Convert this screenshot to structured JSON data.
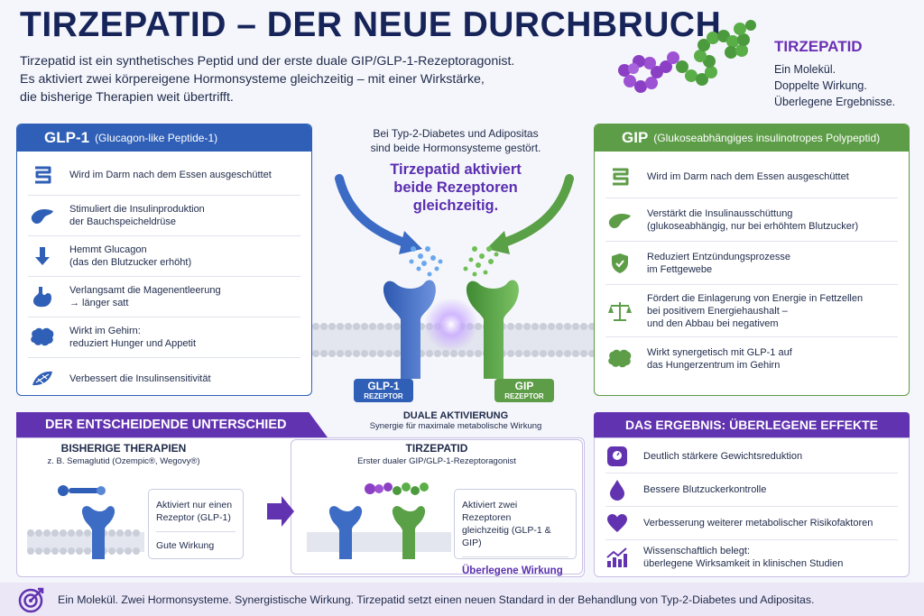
{
  "header": {
    "title": "TIRZEPATID – DER NEUE DURCHBRUCH",
    "intro_lines": [
      "Tirzepatid ist ein synthetisches Peptid und der erste duale GIP/GLP-1-Rezeptoragonist.",
      "Es aktiviert zwei körpereigene Hormonsysteme gleichzeitig – mit einer Wirkstärke,",
      "die bisherige Therapien weit übertrifft."
    ]
  },
  "molecule": {
    "title": "TIRZEPATID",
    "lines": [
      "Ein Molekül.",
      "Doppelte Wirkung.",
      "Überlegene Ergebnisse."
    ],
    "colors": {
      "purple": "#8b3fc4",
      "green": "#4c9a3e"
    }
  },
  "glp1": {
    "name": "GLP-1",
    "subtitle": "(Glucagon-like Peptide-1)",
    "color": "#2f5fb6",
    "items": [
      {
        "icon": "intestine-icon",
        "lines": [
          "Wird im Darm nach dem Essen ausgeschüttet"
        ]
      },
      {
        "icon": "pancreas-icon",
        "lines": [
          "Stimuliert die Insulinproduktion",
          "der Bauchspeicheldrüse"
        ]
      },
      {
        "icon": "arrow-down-icon",
        "lines": [
          "Hemmt Glucagon",
          "(das den Blutzucker erhöht)"
        ]
      },
      {
        "icon": "stomach-icon",
        "lines": [
          "Verlangsamt die Magenentleerung",
          "→ länger satt"
        ]
      },
      {
        "icon": "brain-icon",
        "lines": [
          "Wirkt im Gehirn:",
          "reduziert Hunger und Appetit"
        ]
      },
      {
        "icon": "muscle-icon",
        "lines": [
          "Verbessert die Insulinsensitivität"
        ]
      }
    ]
  },
  "gip": {
    "name": "GIP",
    "subtitle": "(Glukoseabhängiges insulinotropes Polypeptid)",
    "color": "#5e9d48",
    "items": [
      {
        "icon": "intestine-icon",
        "lines": [
          "Wird im Darm nach dem Essen ausgeschüttet"
        ]
      },
      {
        "icon": "pancreas-icon",
        "lines": [
          "Verstärkt die Insulinausschüttung",
          "(glukoseabhängig, nur bei erhöhtem Blutzucker)"
        ]
      },
      {
        "icon": "shield-icon",
        "lines": [
          "Reduziert Entzündungsprozesse",
          "im Fettgewebe"
        ]
      },
      {
        "icon": "scale-icon",
        "lines": [
          "Fördert die Einlagerung von Energie in Fettzellen",
          "bei positivem Energiehaushalt –",
          "und den Abbau bei negativem"
        ]
      },
      {
        "icon": "brain-icon",
        "lines": [
          "Wirkt synergetisch mit GLP-1 auf",
          "das Hungerzentrum im Gehirn"
        ]
      }
    ]
  },
  "center": {
    "note_lines": [
      "Bei Typ-2-Diabetes und Adipositas",
      "sind beide Hormonsysteme gestört."
    ],
    "highlight_lines": [
      "Tirzepatid aktiviert",
      "beide Rezeptoren",
      "gleichzeitig."
    ],
    "receptor_glp1": {
      "name": "GLP-1",
      "label": "REZEPTOR"
    },
    "receptor_gip": {
      "name": "GIP",
      "label": "REZEPTOR"
    },
    "dual_title": "DUALE AKTIVIERUNG",
    "dual_subtitle": "Synergie für maximale metabolische Wirkung"
  },
  "difference": {
    "heading": "DER ENTSCHEIDENDE UNTERSCHIED",
    "previous": {
      "title": "BISHERIGE THERAPIEN",
      "subtitle": "z. B. Semaglutid (Ozempic®, Wegovy®)",
      "info_lines": [
        "Aktiviert nur einen",
        "Rezeptor (GLP-1)"
      ],
      "effect": "Gute Wirkung"
    },
    "tirzepatide": {
      "title": "TIRZEPATID",
      "subtitle": "Erster dualer GIP/GLP-1-Rezeptoragonist",
      "info_lines": [
        "Aktiviert zwei Rezeptoren",
        "gleichzeitig (GLP-1 & GIP)"
      ],
      "effect": "Überlegene Wirkung"
    }
  },
  "result": {
    "heading": "DAS ERGEBNIS: ÜBERLEGENE EFFEKTE",
    "items": [
      {
        "icon": "scale-weight-icon",
        "lines": [
          "Deutlich stärkere Gewichtsreduktion"
        ]
      },
      {
        "icon": "blood-drop-icon",
        "lines": [
          "Bessere Blutzuckerkontrolle"
        ]
      },
      {
        "icon": "heart-icon",
        "lines": [
          "Verbesserung weiterer metabolischer Risikofaktoren"
        ]
      },
      {
        "icon": "chart-up-icon",
        "lines": [
          "Wissenschaftlich belegt:",
          "überlegene Wirksamkeit in klinischen Studien"
        ]
      }
    ]
  },
  "footer": {
    "icon": "target-icon",
    "text": "Ein Molekül. Zwei Hormonsysteme. Synergistische Wirkung. Tirzepatid setzt einen neuen Standard in der Behandlung von Typ-2-Diabetes und Adipositas."
  }
}
